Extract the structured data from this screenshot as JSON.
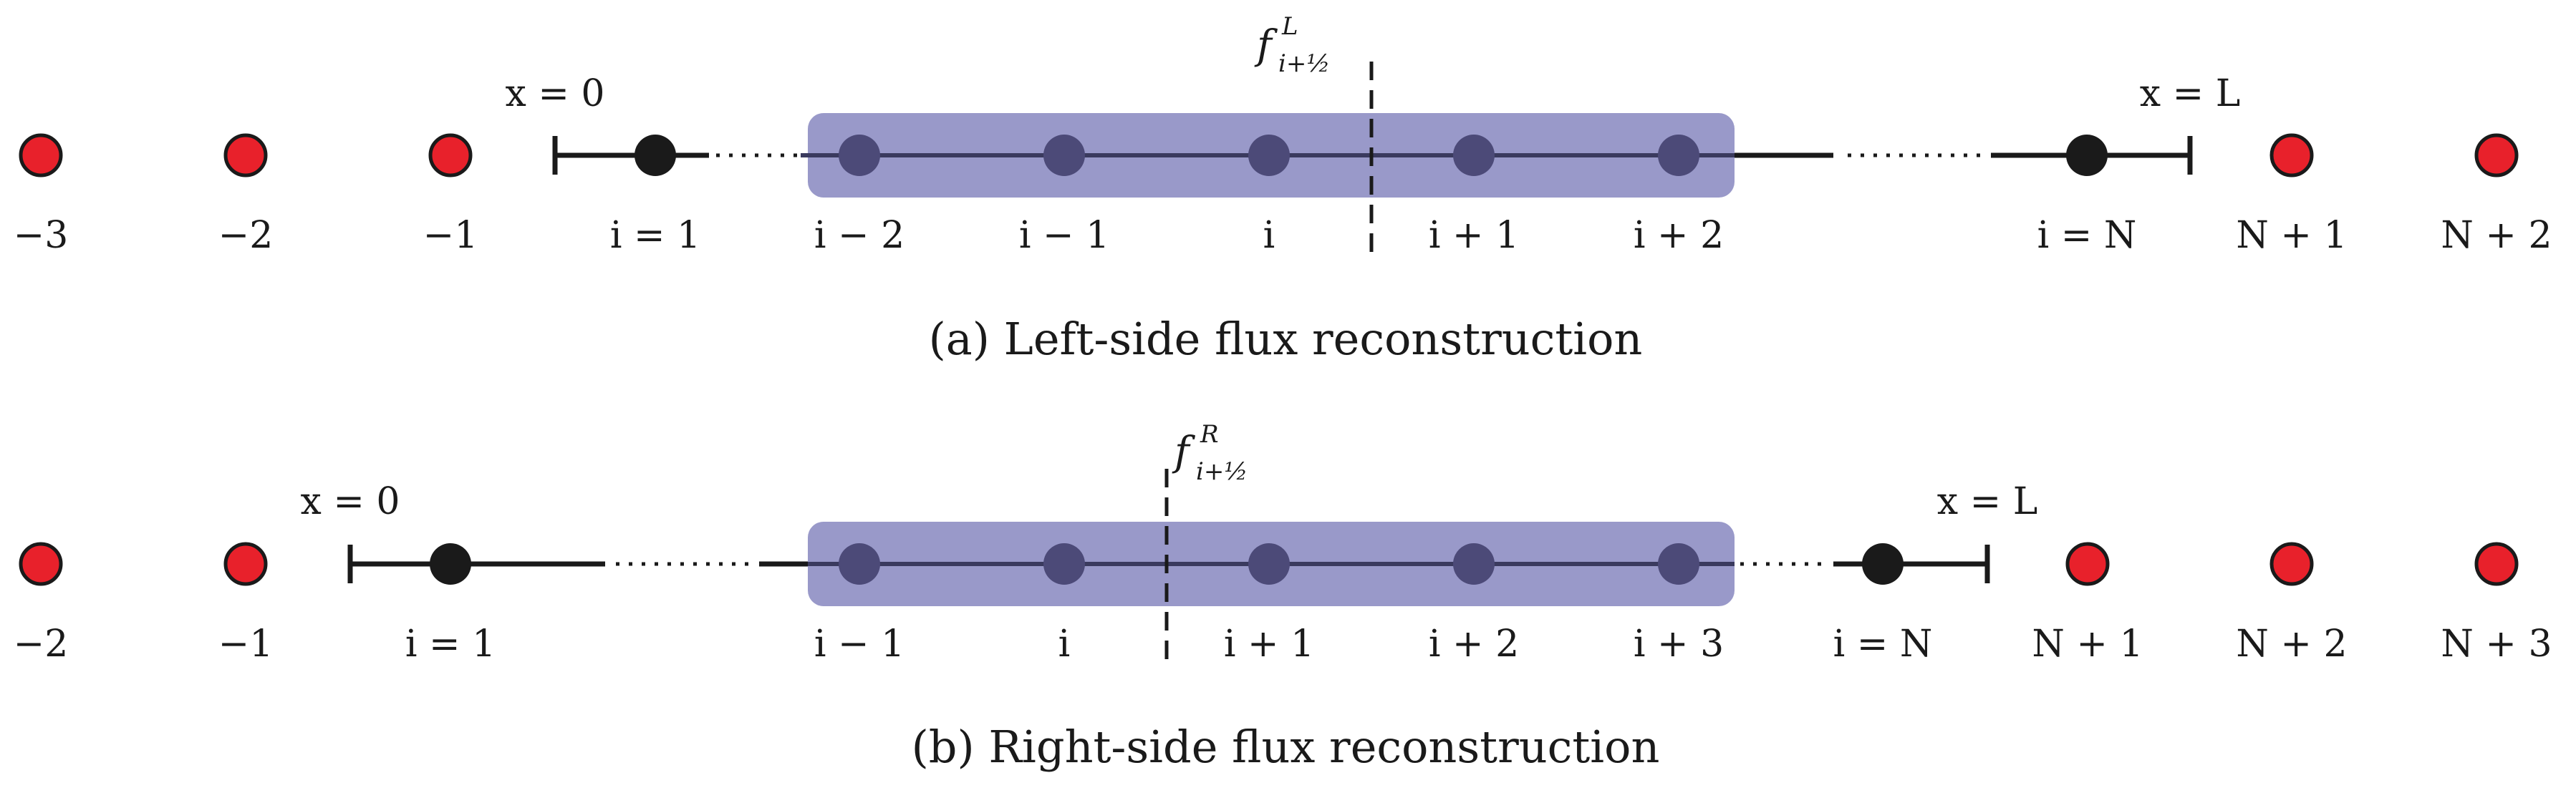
{
  "colors": {
    "ghost_fill": "#e8212b",
    "ghost_stroke": "#1a1a1a",
    "interior_fill": "#1a1a1a",
    "stencil_fill": "#9999c9",
    "stencil_node": "#4c4a78",
    "line": "#1a1a1a"
  },
  "panels": [
    {
      "caption": "(a) Left-side flux reconstruction",
      "flux_label": {
        "main": "f",
        "sup": "L",
        "sub": "i+½"
      },
      "boundary_left": "x = 0",
      "boundary_right": "x = L",
      "ghost_left": [
        "−3",
        "−2",
        "−1"
      ],
      "interior_left": "i = 1",
      "stencil": [
        "i − 2",
        "i − 1",
        "i",
        "i + 1",
        "i + 2"
      ],
      "interior_right": "i = N",
      "ghost_right": [
        "N + 1",
        "N + 2"
      ]
    },
    {
      "caption": "(b) Right-side flux reconstruction",
      "flux_label": {
        "main": "f",
        "sup": "R",
        "sub": "i+½"
      },
      "boundary_left": "x = 0",
      "boundary_right": "x = L",
      "ghost_left": [
        "−2",
        "−1"
      ],
      "interior_left": "i = 1",
      "stencil": [
        "i − 1",
        "i",
        "i + 1",
        "i + 2",
        "i + 3"
      ],
      "interior_right": "i = N",
      "ghost_right": [
        "N + 1",
        "N + 2",
        "N + 3"
      ]
    }
  ]
}
